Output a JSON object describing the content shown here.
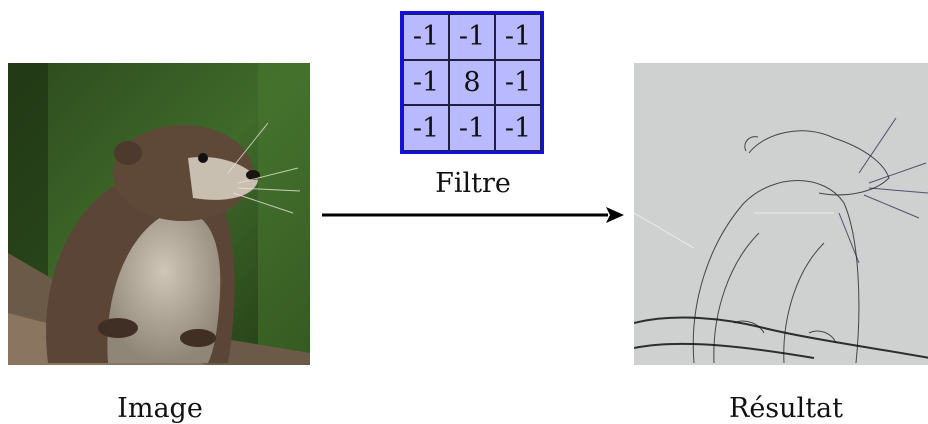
{
  "kernel": {
    "rows": [
      [
        "-1",
        "-1",
        "-1"
      ],
      [
        "-1",
        "8",
        "-1"
      ],
      [
        "-1",
        "-1",
        "-1"
      ]
    ],
    "label": "Filtre"
  },
  "labels": {
    "input": "Image",
    "output": "Résultat"
  },
  "colors": {
    "kernel_fill": "#b9b9ff",
    "kernel_border": "#1010e0",
    "arrow": "#000000"
  },
  "icons": {
    "input": "otter-photo",
    "output": "edge-detected-otter"
  }
}
